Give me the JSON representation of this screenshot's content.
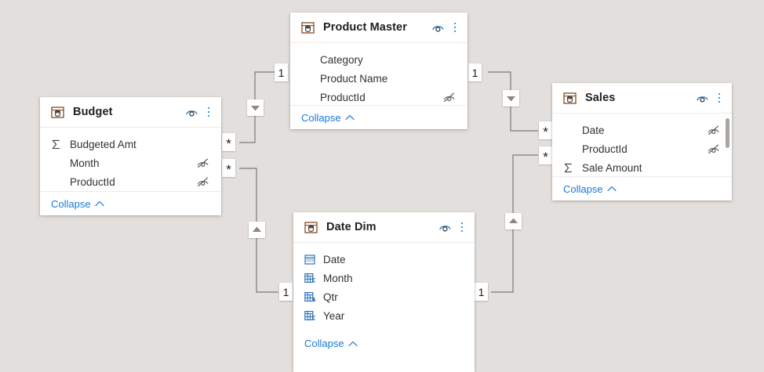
{
  "canvas": {
    "background": "#e3dfdc",
    "accent": "#0078d4",
    "link_color": "#1a7ad4",
    "card_background": "#ffffff",
    "line_color": "#7a7a7a"
  },
  "tables": [
    {
      "id": "budget",
      "name": "Budget",
      "table_icon": "table-icon",
      "eye_icon": "eye-icon",
      "more_icon": "more-options-icon",
      "collapse_label": "Collapse",
      "fields": [
        {
          "label": "Budgeted Amt",
          "icon": "sigma-icon",
          "hidden": false
        },
        {
          "label": "Month",
          "icon": "none",
          "hidden": true
        },
        {
          "label": "ProductId",
          "icon": "none",
          "hidden": true
        }
      ]
    },
    {
      "id": "product-master",
      "name": "Product Master",
      "table_icon": "table-icon",
      "eye_icon": "eye-icon",
      "more_icon": "more-options-icon",
      "collapse_label": "Collapse",
      "fields": [
        {
          "label": "Category",
          "icon": "none",
          "hidden": false
        },
        {
          "label": "Product Name",
          "icon": "none",
          "hidden": false
        },
        {
          "label": "ProductId",
          "icon": "none",
          "hidden": true
        }
      ]
    },
    {
      "id": "sales",
      "name": "Sales",
      "table_icon": "table-icon",
      "eye_icon": "eye-icon",
      "more_icon": "more-options-icon",
      "collapse_label": "Collapse",
      "fields": [
        {
          "label": "Date",
          "icon": "none",
          "hidden": true
        },
        {
          "label": "ProductId",
          "icon": "none",
          "hidden": true
        },
        {
          "label": "Sale Amount",
          "icon": "sigma-icon",
          "hidden": false
        }
      ]
    },
    {
      "id": "date-dim",
      "name": "Date Dim",
      "table_icon": "table-icon",
      "eye_icon": "eye-icon",
      "more_icon": "more-options-icon",
      "collapse_label": "Collapse",
      "fields": [
        {
          "label": "Date",
          "icon": "calendar-icon",
          "hidden": false
        },
        {
          "label": "Month",
          "icon": "calculated-column-icon",
          "hidden": false
        },
        {
          "label": "Qtr",
          "icon": "calculated-column-fx-icon",
          "hidden": false
        },
        {
          "label": "Year",
          "icon": "calculated-column-icon",
          "hidden": false
        }
      ]
    }
  ],
  "relationships": [
    {
      "id": "budget-to-product-master",
      "from_table": "Budget",
      "from_cardinality": "*",
      "to_table": "Product Master",
      "to_cardinality": "1",
      "cross_filter_icon": "filter-direction-down-icon"
    },
    {
      "id": "sales-to-product-master",
      "from_table": "Sales",
      "from_cardinality": "*",
      "to_table": "Product Master",
      "to_cardinality": "1",
      "cross_filter_icon": "filter-direction-down-icon"
    },
    {
      "id": "budget-to-date-dim",
      "from_table": "Budget",
      "from_cardinality": "*",
      "to_table": "Date Dim",
      "to_cardinality": "1",
      "cross_filter_icon": "filter-direction-up-icon"
    },
    {
      "id": "sales-to-date-dim",
      "from_table": "Sales",
      "from_cardinality": "*",
      "to_table": "Date Dim",
      "to_cardinality": "1",
      "cross_filter_icon": "filter-direction-up-icon"
    }
  ],
  "badges": {
    "one": "1",
    "many": "*"
  }
}
